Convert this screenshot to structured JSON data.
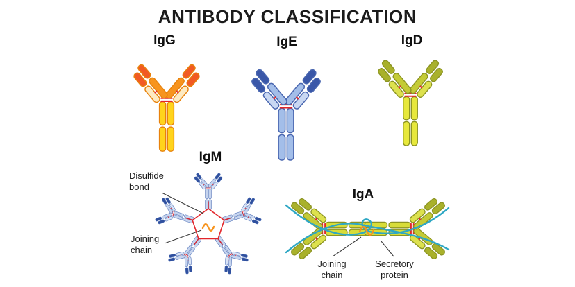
{
  "title": "ANTIBODY CLASSIFICATION",
  "antibodies": {
    "igg": {
      "label": "IgG"
    },
    "ige": {
      "label": "IgE"
    },
    "igd": {
      "label": "IgD"
    },
    "igm": {
      "label": "IgM"
    },
    "iga": {
      "label": "IgA"
    }
  },
  "annotations": {
    "disulfide_bond": {
      "line1": "Disulfide",
      "line2": "bond"
    },
    "joining_chain_igm": {
      "line1": "Joining",
      "line2": "chain"
    },
    "joining_chain_iga": {
      "line1": "Joining",
      "line2": "chain"
    },
    "secretory_protein": {
      "line1": "Secretory",
      "line2": "protein"
    }
  },
  "colors": {
    "title_color": "#1b1b1b",
    "igg_arm": "#F7941E",
    "igg_tip": "#F15A24",
    "igg_light": "#FDEAC2",
    "igg_stem": "#FFD41C",
    "igg_stroke": "#E8820C",
    "ige_arm": "#A3BEE9",
    "ige_tip": "#3A57A8",
    "ige_light": "#C9D8F2",
    "ige_stem": "#A3BEE9",
    "ige_stroke": "#4A67B0",
    "igd_arm": "#C4CB36",
    "igd_tip": "#A9B12B",
    "igd_light": "#DDE14E",
    "igd_stem": "#E7E83C",
    "igd_stroke": "#8C9423",
    "igm_arm": "#C6D4EE",
    "igm_tip": "#30509E",
    "igm_light": "#D9E3F6",
    "igm_stem": "#C6D4EE",
    "igm_stroke": "#5273B8",
    "iga_arm": "#C4CB36",
    "iga_tip": "#A9B12B",
    "iga_light": "#DDE14E",
    "iga_stem": "#D7DC39",
    "iga_stroke": "#8C9423",
    "accent_red": "#E3262B",
    "jchain_orange": "#F7941E",
    "secretory_teal": "#2EA7C4",
    "leader_gray": "#3A3A3A"
  }
}
